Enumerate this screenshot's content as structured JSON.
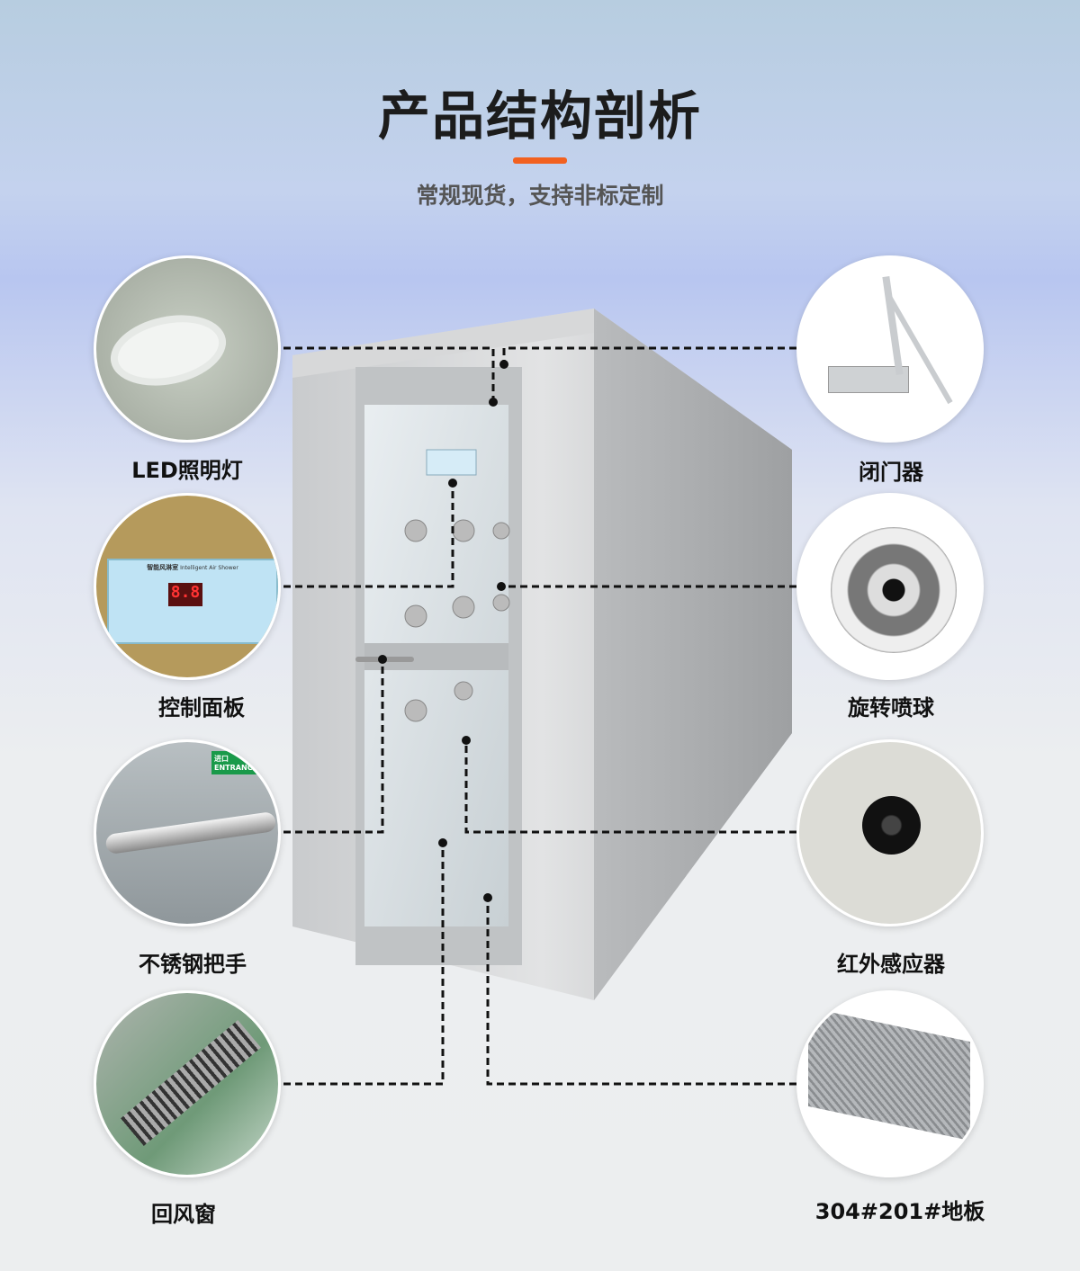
{
  "header": {
    "title": "产品结构剖析",
    "subtitle": "常规现货，支持非标定制"
  },
  "features": {
    "left": [
      {
        "label": "LED照明灯",
        "icon": "led-light-icon"
      },
      {
        "label": "控制面板",
        "icon": "control-panel-icon"
      },
      {
        "label": "不锈钢把手",
        "icon": "handle-icon"
      },
      {
        "label": "回风窗",
        "icon": "return-air-window-icon"
      }
    ],
    "right": [
      {
        "label": "闭门器",
        "icon": "door-closer-icon"
      },
      {
        "label": "旋转喷球",
        "icon": "nozzle-icon"
      },
      {
        "label": "红外感应器",
        "icon": "infrared-sensor-icon"
      },
      {
        "label": "304#201#地板",
        "icon": "floor-plate-icon"
      }
    ]
  },
  "panel": {
    "display": "8.8",
    "name": "智能风淋室",
    "name_en": "Intelligent Air Shower",
    "entrance": "进口 ENTRANCE"
  },
  "colors": {
    "accent": "#f2611f",
    "text": "#111111"
  }
}
